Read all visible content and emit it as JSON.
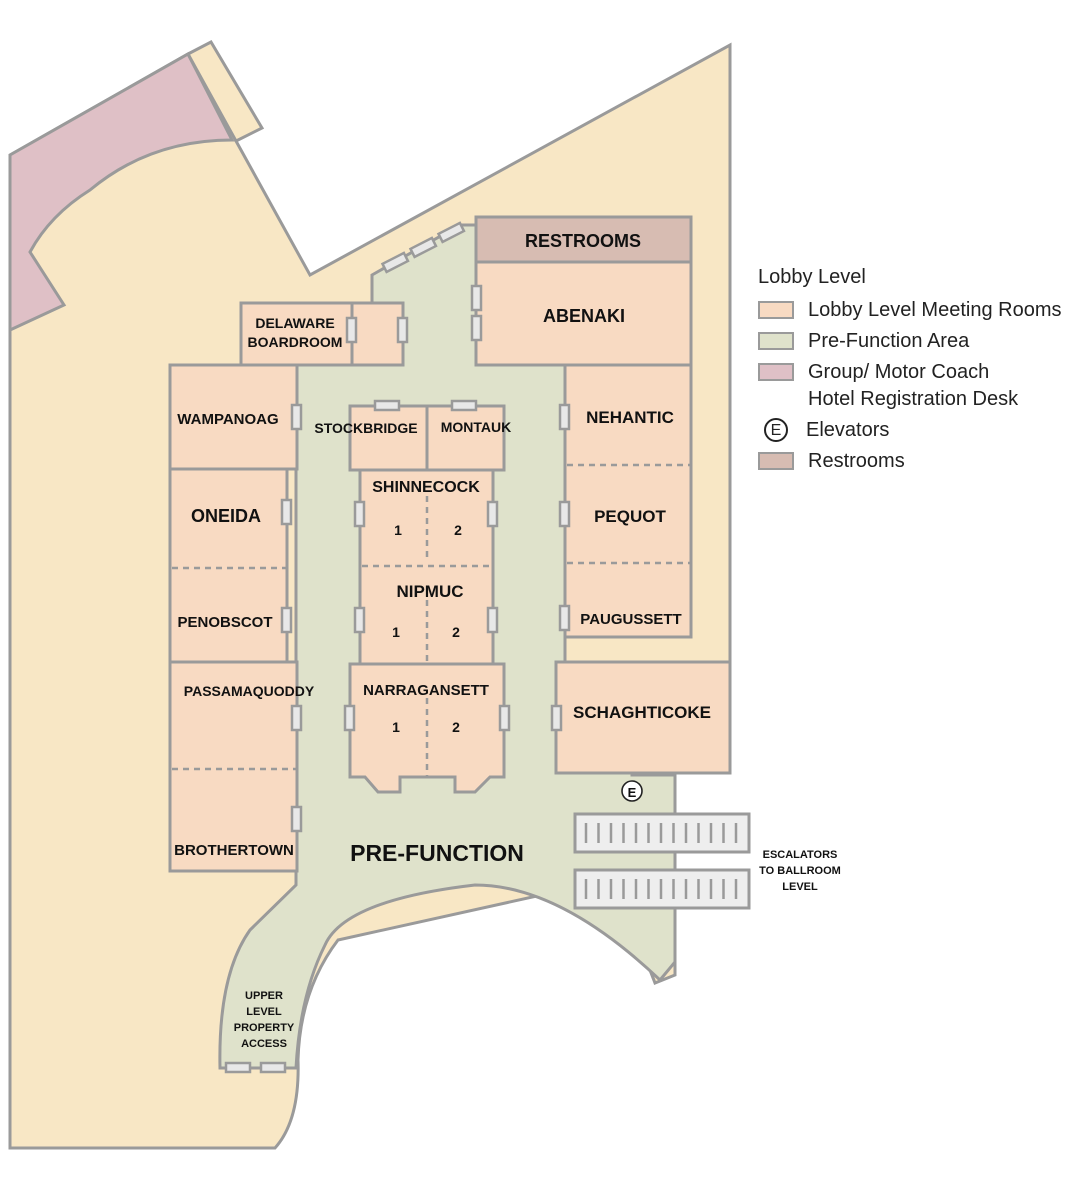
{
  "colors": {
    "outer_area": "#f8e7c5",
    "meeting_room": "#f8dac2",
    "prefunction": "#dfe2cb",
    "motor_coach": "#dfc0c6",
    "restrooms": "#d7bcb2",
    "outline": "#9a9a9a"
  },
  "legend": {
    "title": "Lobby Level",
    "items": [
      {
        "lines": [
          "Lobby Level Meeting Rooms"
        ],
        "color": "#f8dac2"
      },
      {
        "lines": [
          "Pre-Function Area"
        ],
        "color": "#dfe2cb"
      },
      {
        "lines": [
          "Group/ Motor Coach",
          "Hotel Registration Desk"
        ],
        "color": "#dfc0c6"
      },
      {
        "lines": [
          "Elevators"
        ],
        "symbol": "E"
      },
      {
        "lines": [
          "Restrooms"
        ],
        "color": "#d7bcb2"
      }
    ]
  },
  "rooms": {
    "restrooms": "RESTROOMS",
    "abenaki": "ABENAKI",
    "delaware": [
      "DELAWARE",
      "BOARDROOM"
    ],
    "wampanoag": "WAMPANOAG",
    "stockbridge": "STOCKBRIDGE",
    "montauk": "MONTAUK",
    "nehantic": "NEHANTIC",
    "oneida": "ONEIDA",
    "shinnecock": "SHINNECOCK",
    "pequot": "PEQUOT",
    "penobscot": "PENOBSCOT",
    "nipmuc": "NIPMUC",
    "paugussett": "PAUGUSSETT",
    "passamaquoddy": "PASSAMAQUODDY",
    "narragansett": "NARRAGANSETT",
    "schaghticoke": "SCHAGHTICOKE",
    "brothertown": "BROTHERTOWN",
    "prefunction": "PRE-FUNCTION",
    "section_1": "1",
    "section_2": "2"
  },
  "escalators": [
    "ESCALATORS",
    "TO BALLROOM",
    "LEVEL"
  ],
  "upper_access": [
    "UPPER",
    "LEVEL",
    "PROPERTY",
    "ACCESS"
  ],
  "elevator_symbol": "E"
}
